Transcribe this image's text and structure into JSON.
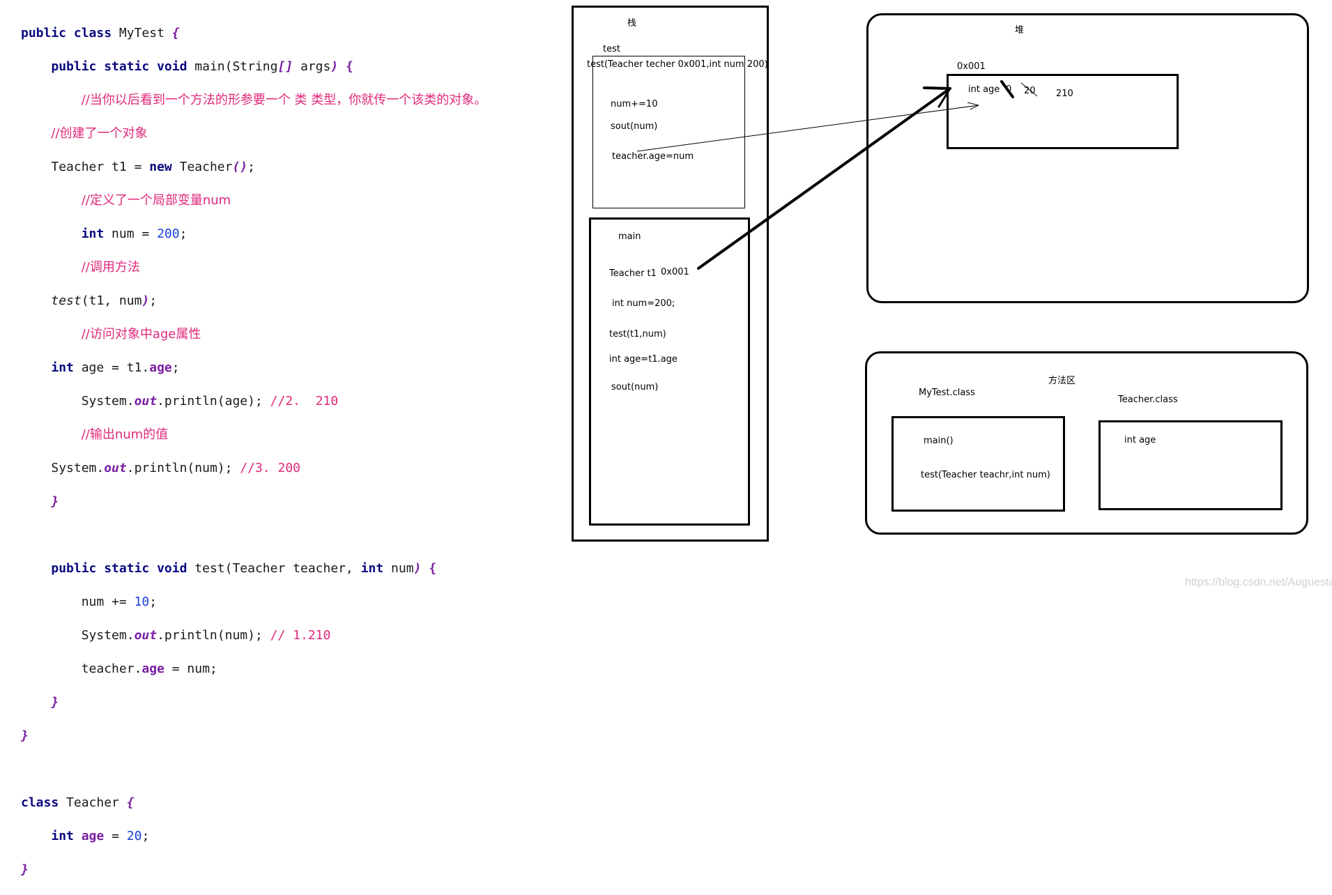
{
  "code": {
    "l1": {
      "kw": "public class",
      "name": " MyTest ",
      "brace": "{"
    },
    "l2": {
      "kw": "public static void",
      "rest": " main(String",
      "arr": "[]",
      "args": " args",
      "paren": ")",
      "brace": " {"
    },
    "l3": {
      "comment": "//当你以后看到一个方法的形参要一个 类 类型，你就传一个该类的对象。"
    },
    "l4": {
      "comment": "//创建了一个对象"
    },
    "l5": {
      "a": "Teacher t1 = ",
      "kw": "new",
      "b": " Teacher",
      "paren": "()",
      "semi": ";"
    },
    "l6": {
      "comment": "//定义了一个局部变量num"
    },
    "l7": {
      "kw": "int",
      "a": " num = ",
      "num": "200",
      "semi": ";"
    },
    "l8": {
      "comment": "//调用方法"
    },
    "l9": {
      "fn": "test",
      "rest": "(t1, num",
      "paren": ")",
      "semi": ";"
    },
    "l10": {
      "comment": "//访问对象中age属性"
    },
    "l11": {
      "kw": "int",
      "a": " age = t1.",
      "fld": "age",
      "semi": ";"
    },
    "l12": {
      "a": "System.",
      "out": "out",
      "b": ".println(age); ",
      "comment": "//2.  210"
    },
    "l13": {
      "comment": "//输出num的值"
    },
    "l14": {
      "a": "System.",
      "out": "out",
      "b": ".println(num); ",
      "comment": "//3. 200"
    },
    "l15": {
      "brace": "}"
    },
    "l16": {
      "kw": "public static void",
      "a": " test(Teacher teacher, ",
      "kw2": "int",
      "b": " num",
      "paren": ")",
      "brace": " {"
    },
    "l17": {
      "a": "num += ",
      "num": "10",
      "semi": ";"
    },
    "l18": {
      "a": "System.",
      "out": "out",
      "b": ".println(num); ",
      "comment": "// 1.210"
    },
    "l19": {
      "a": "teacher.",
      "fld": "age",
      "b": " = num;"
    },
    "l20": {
      "brace": "}"
    },
    "l21": {
      "brace": "}"
    },
    "l22": {
      "kw": "class",
      "name": " Teacher ",
      "brace": "{"
    },
    "l23": {
      "kw": "int",
      "fld": "age",
      "a": " = ",
      "num": "20",
      "semi": ";"
    },
    "l24": {
      "brace": "}"
    }
  },
  "stack": {
    "title": "栈",
    "test_frame": {
      "name": "test",
      "signature": "test(Teacher techer 0x001,int num 200)",
      "stmt1": "num+=10",
      "stmt2": "sout(num)",
      "stmt3": "teacher.age=num"
    },
    "main_frame": {
      "name": "main",
      "var1": "Teacher t1",
      "addr": "0x001",
      "var2": "int num=200;",
      "call": "test(t1,num)",
      "var3": "int age=t1.age",
      "print": "sout(num)"
    }
  },
  "heap": {
    "title": "堆",
    "addr": "0x001",
    "field": "int age",
    "old0": "0",
    "old20": "20",
    "new_value": "210"
  },
  "method_area": {
    "title": "方法区",
    "mytest_label": "MyTest.class",
    "mytest_m1": "main()",
    "mytest_m2": "test(Teacher teachr,int num)",
    "teacher_label": "Teacher.class",
    "teacher_field": "int age"
  },
  "watermark": "https://blog.csdn.net/Auguesta"
}
